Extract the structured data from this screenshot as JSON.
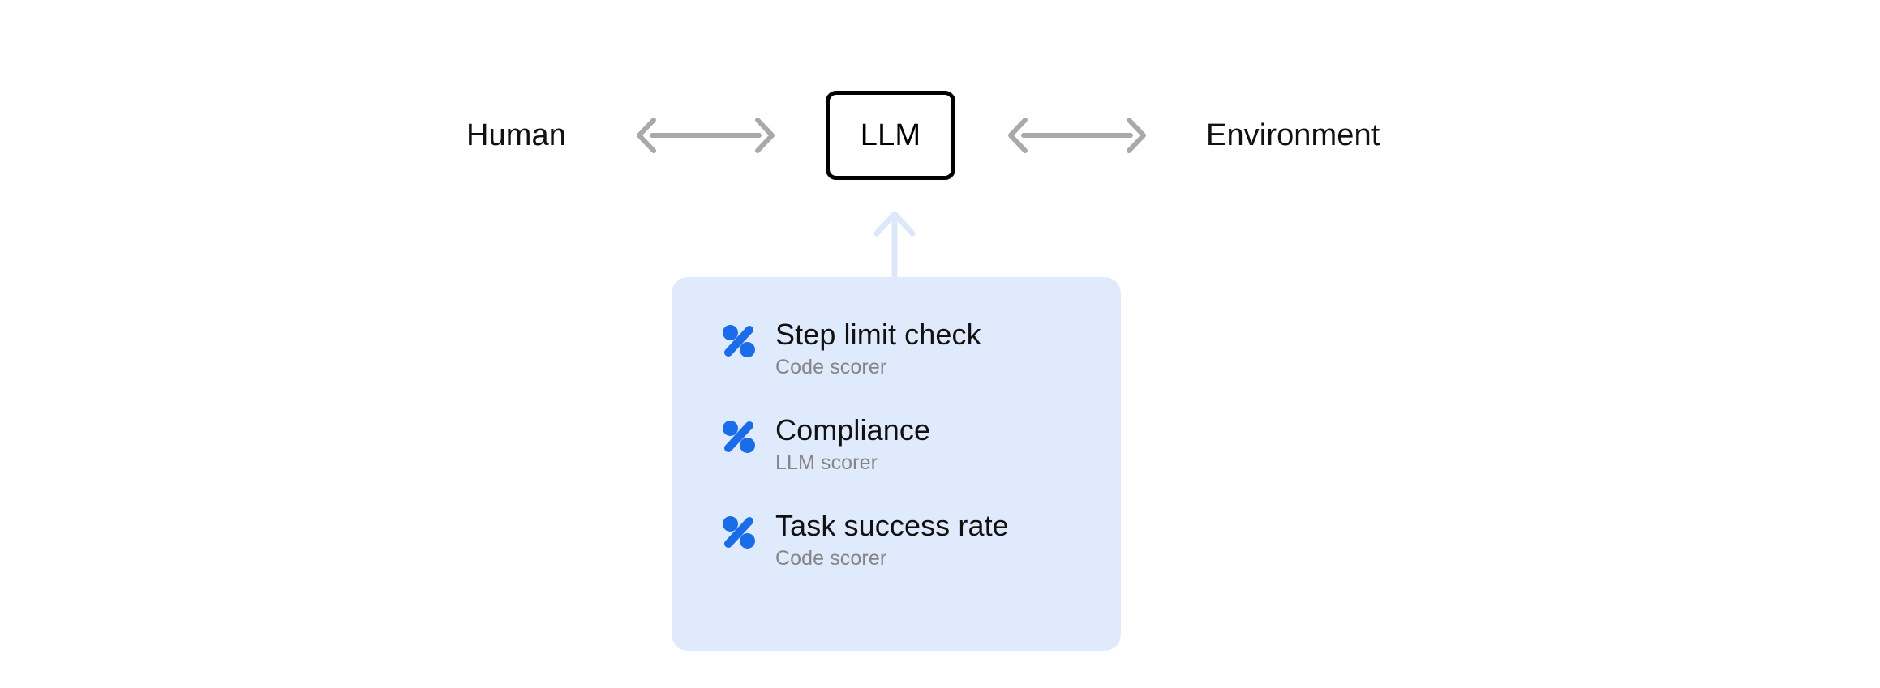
{
  "diagram": {
    "nodes": {
      "human_label": "Human",
      "llm_label": "LLM",
      "environment_label": "Environment"
    },
    "connectors": {
      "human_llm_arrow": "double-arrow-horizontal",
      "llm_environment_arrow": "double-arrow-horizontal",
      "panel_llm_arrow": "arrow-up"
    },
    "scorer_panel": {
      "items": [
        {
          "icon": "percent-icon",
          "title": "Step limit check",
          "subtitle": "Code scorer"
        },
        {
          "icon": "percent-icon",
          "title": "Compliance",
          "subtitle": "LLM scorer"
        },
        {
          "icon": "percent-icon",
          "title": "Task success rate",
          "subtitle": "Code scorer"
        }
      ]
    }
  },
  "colors": {
    "panel_background": "#dfeafc",
    "icon_blue": "#1a6ce8",
    "arrow_gray": "#a9a9a9",
    "arrow_light_blue": "#dce8fa",
    "title_text": "#111111",
    "subtitle_text": "#858585",
    "box_border": "#000000"
  }
}
